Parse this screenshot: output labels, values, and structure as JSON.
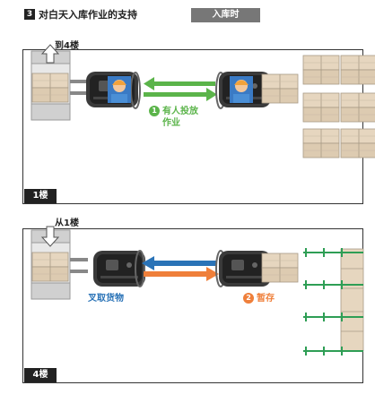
{
  "header": {
    "number": "3",
    "title": "对白天入库作业的支持",
    "badge": "入库时"
  },
  "panel_top": {
    "elevator_label": "到4楼",
    "caption_num": "1",
    "caption_line1": "有人投放",
    "caption_line2": "作业",
    "floor_badge": "1楼"
  },
  "panel_bottom": {
    "elevator_label": "从1楼",
    "caption_left": "叉取货物",
    "caption_num": "2",
    "caption_right": "暂存",
    "floor_badge": "4楼"
  },
  "colors": {
    "green": "#5bb44a",
    "blue": "#2a73b7",
    "orange": "#ef7f3a",
    "rack_green": "#2e9e55",
    "box": "#e6d6bf"
  }
}
